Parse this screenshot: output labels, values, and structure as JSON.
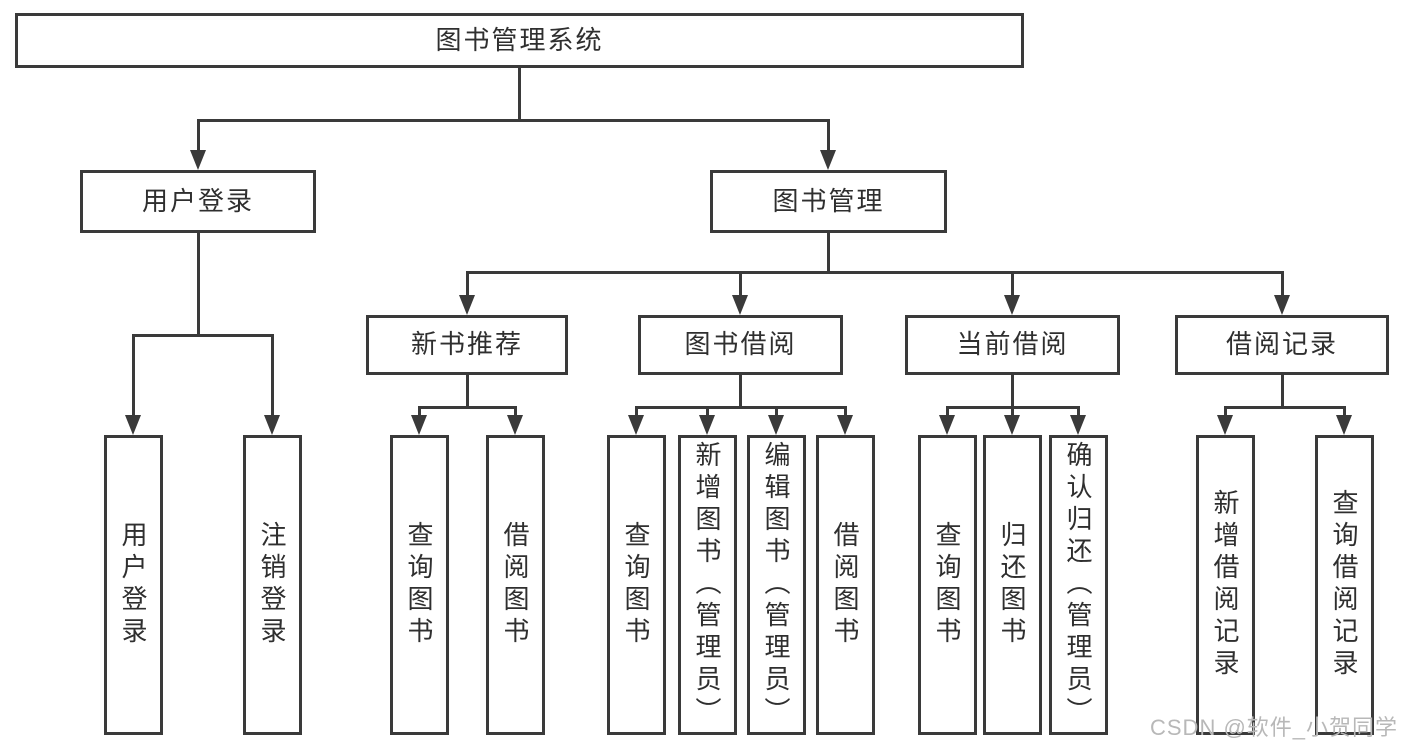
{
  "theme": {
    "background": "#ffffff",
    "line_color": "#3a3a3a",
    "text_color": "#2f2f2f",
    "watermark_color": "#b8b8b8"
  },
  "diagram": {
    "root": {
      "label": "图书管理系统"
    },
    "level2": [
      {
        "label": "用户登录"
      },
      {
        "label": "图书管理"
      }
    ],
    "level3": [
      {
        "label": "新书推荐"
      },
      {
        "label": "图书借阅"
      },
      {
        "label": "当前借阅"
      },
      {
        "label": "借阅记录"
      }
    ],
    "leaves": [
      {
        "parent": "用户登录",
        "label": "用户登录"
      },
      {
        "parent": "用户登录",
        "label": "注销登录"
      },
      {
        "parent": "新书推荐",
        "label": "查询图书"
      },
      {
        "parent": "新书推荐",
        "label": "借阅图书"
      },
      {
        "parent": "图书借阅",
        "label": "查询图书"
      },
      {
        "parent": "图书借阅",
        "label": "新增图书（管理员）"
      },
      {
        "parent": "图书借阅",
        "label": "编辑图书（管理员）"
      },
      {
        "parent": "图书借阅",
        "label": "借阅图书"
      },
      {
        "parent": "当前借阅",
        "label": "查询图书"
      },
      {
        "parent": "当前借阅",
        "label": "归还图书"
      },
      {
        "parent": "当前借阅",
        "label": "确认归还（管理员）"
      },
      {
        "parent": "借阅记录",
        "label": "新增借阅记录"
      },
      {
        "parent": "借阅记录",
        "label": "查询借阅记录"
      }
    ],
    "watermark": "CSDN @软件_小贺同学"
  }
}
